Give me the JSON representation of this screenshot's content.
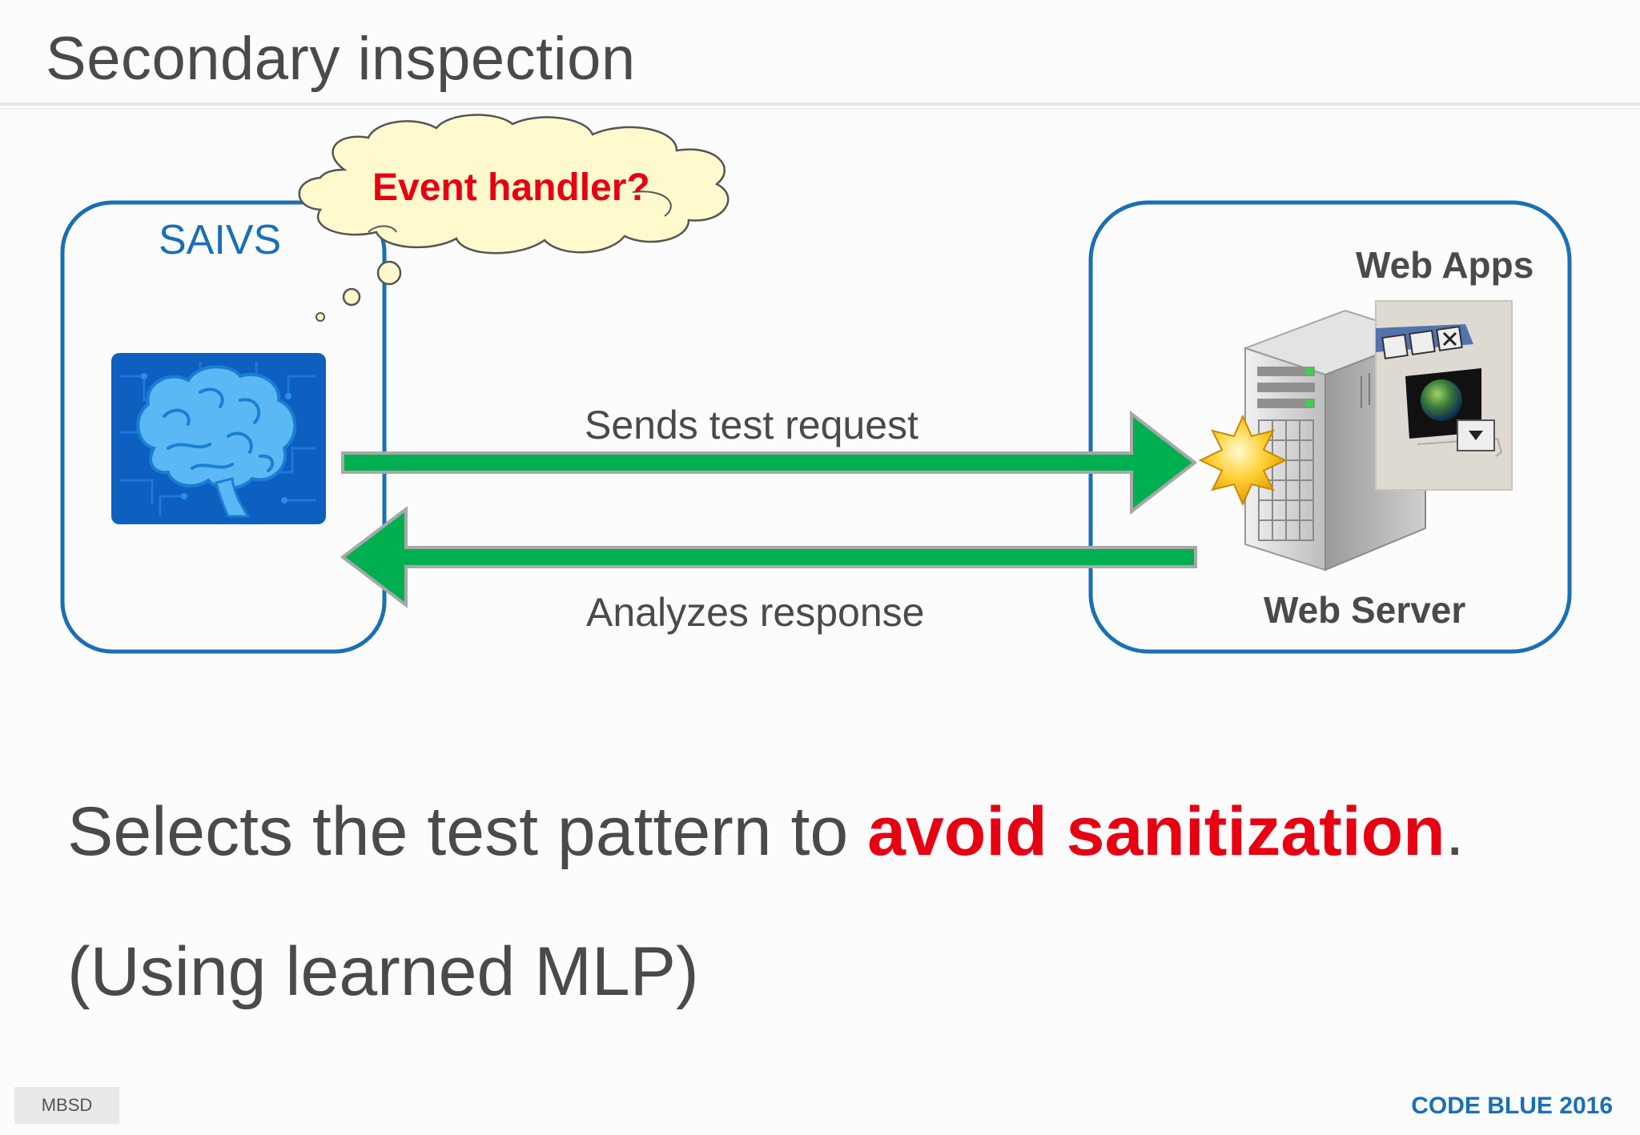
{
  "slide": {
    "title": "Secondary inspection"
  },
  "diagram": {
    "client_label": "SAIVS",
    "thought_bubble": "Event handler?",
    "request_label": "Sends test request",
    "response_label": "Analyzes response",
    "web_apps_label": "Web Apps",
    "web_server_label": "Web Server",
    "icons": [
      "brain-circuit-icon",
      "web-server-icon",
      "application-window-icon",
      "starburst-icon"
    ],
    "colors": {
      "box_border": "#1a6fb5",
      "arrow_fill": "#00b050",
      "bubble_fill": "#fffacd",
      "highlight": "#e60012"
    }
  },
  "body": {
    "line1_prefix": "Selects the test pattern to ",
    "line1_emphasis": "avoid sanitization",
    "line1_suffix": ".",
    "line2": "(Using learned MLP)"
  },
  "footer": {
    "left": "MBSD",
    "right": "CODE BLUE 2016"
  }
}
